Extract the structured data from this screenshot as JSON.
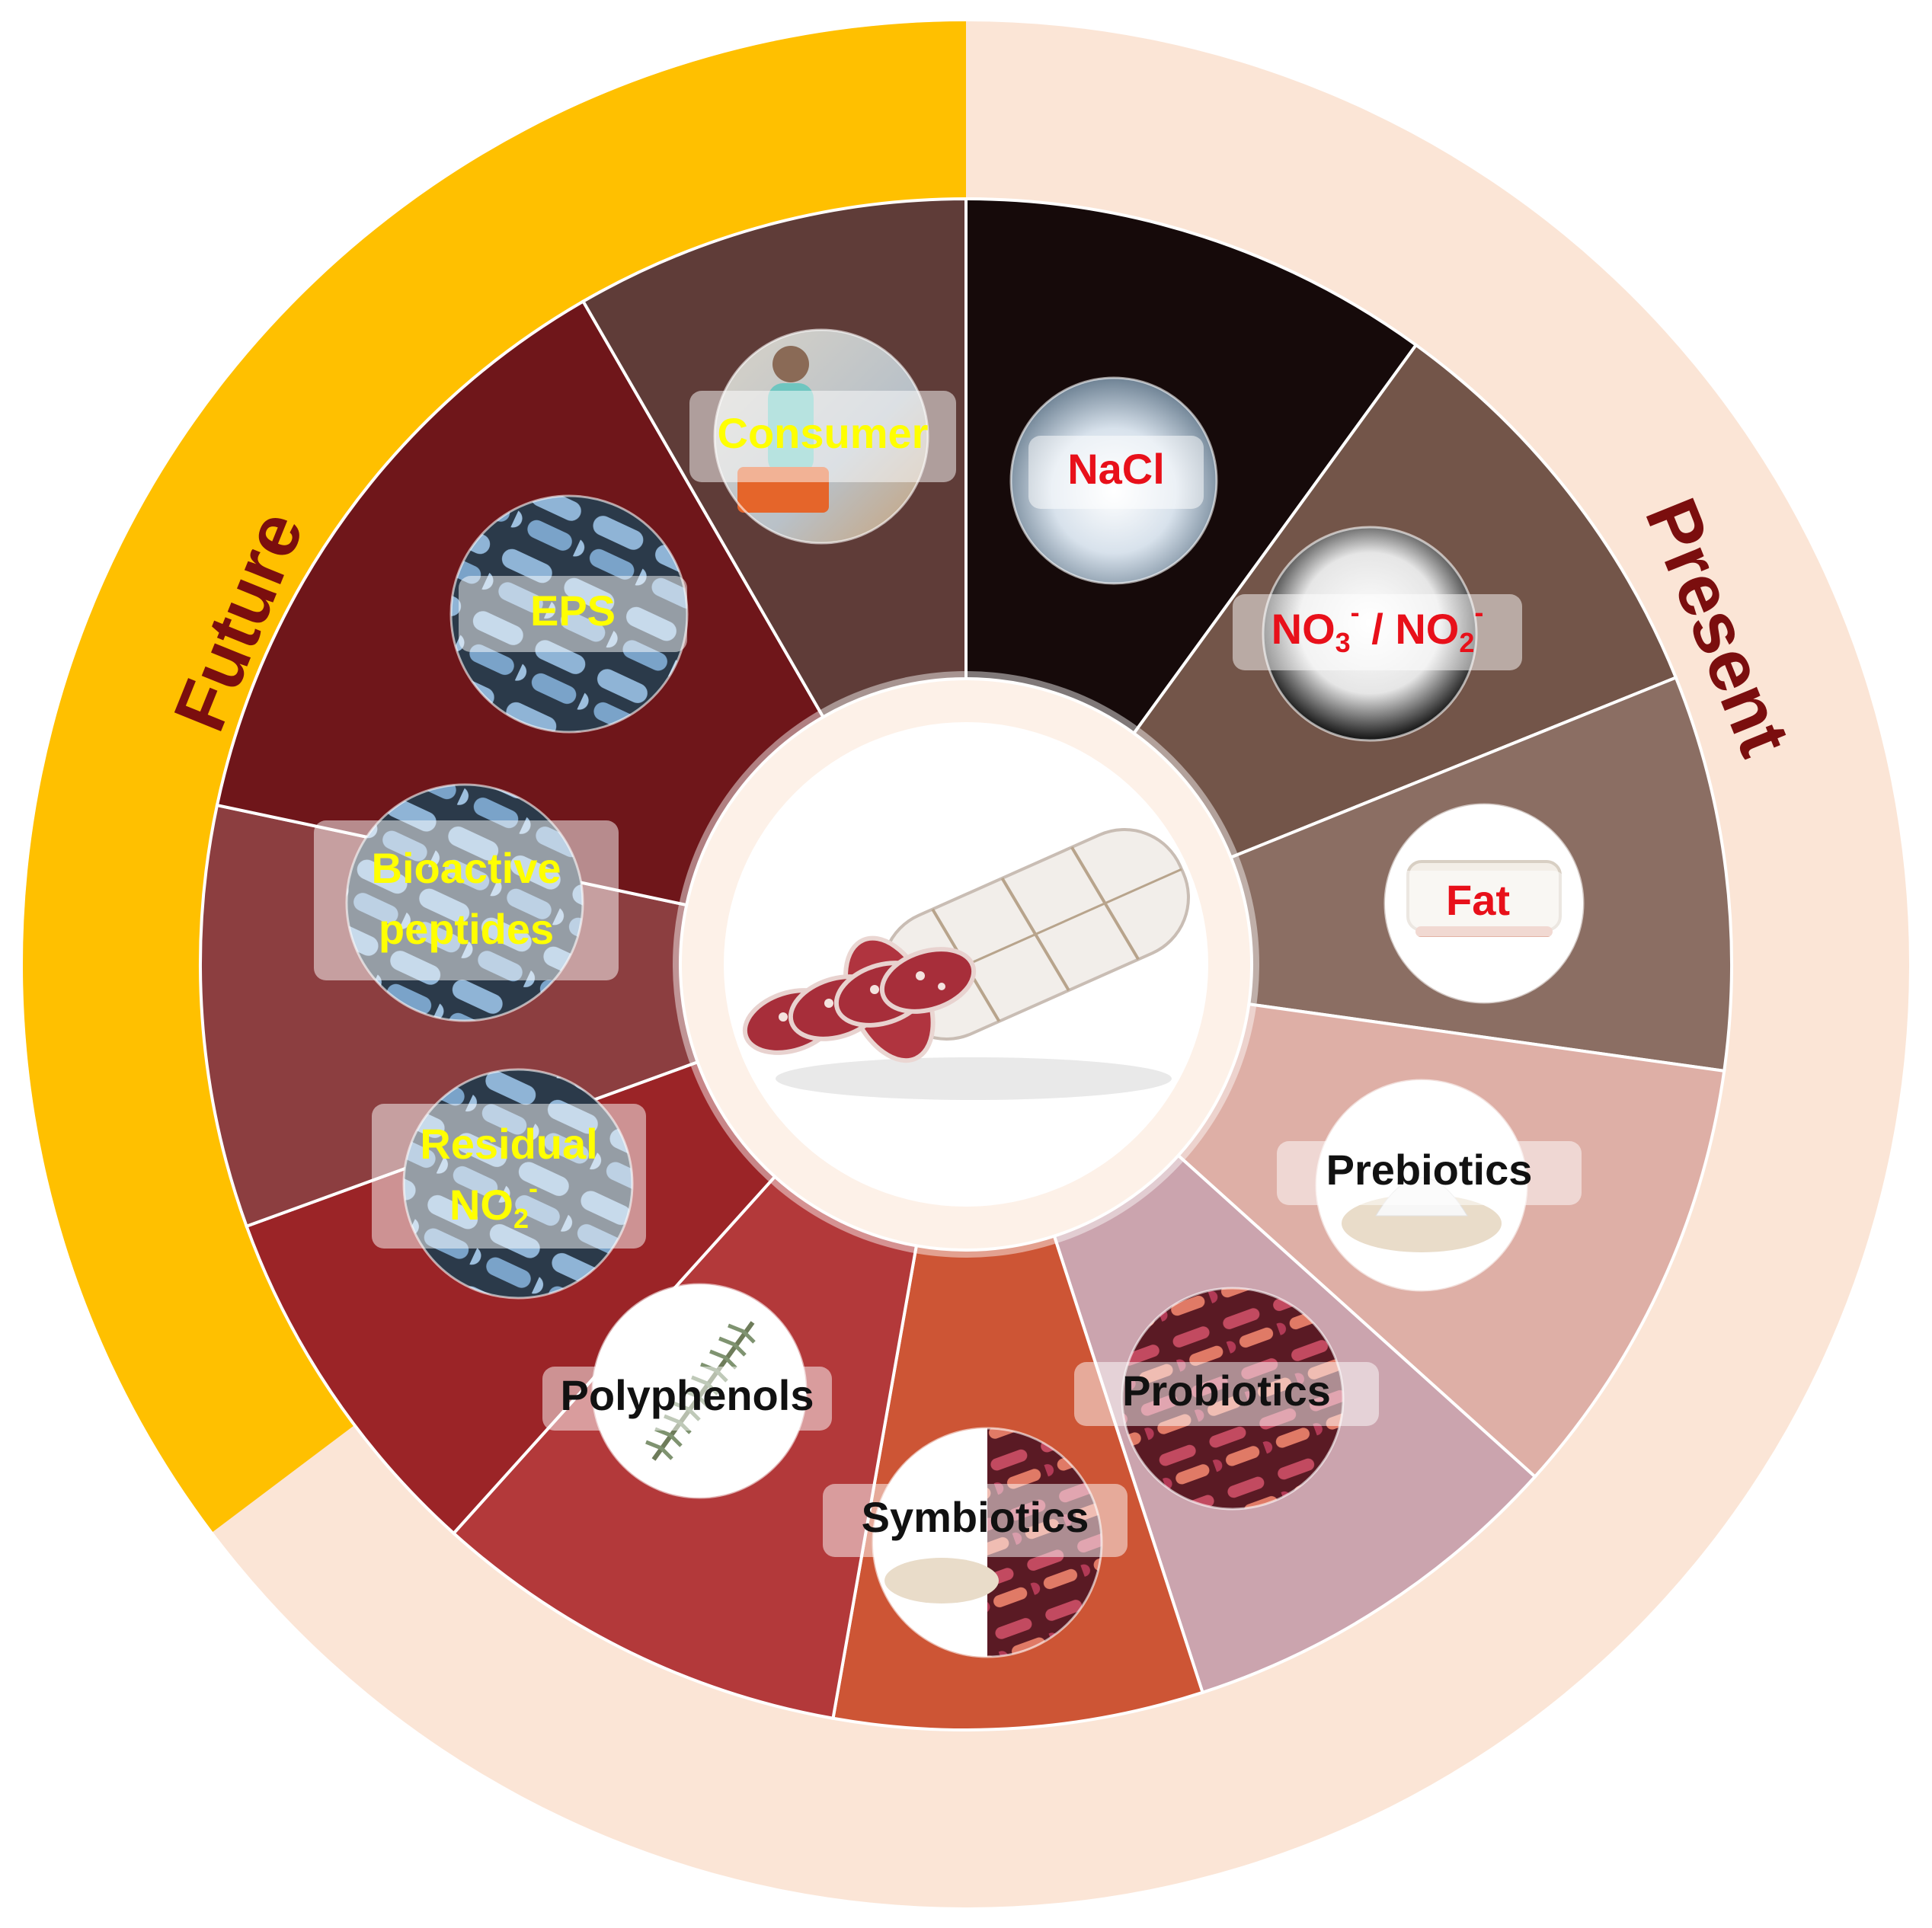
{
  "ring": {
    "future_label": "Future",
    "present_label": "Present",
    "future_color": "#FFC000",
    "present_color": "#FBE5D6",
    "label_color": "#7B0E0E"
  },
  "center": {
    "icon": "salami-sausage-icon"
  },
  "segments": [
    {
      "id": "nacl",
      "text": "NaCl",
      "color": "#160A0A",
      "text_color": "#E8101A",
      "icon": "salt-crystals-icon",
      "group": "present"
    },
    {
      "id": "nitrates",
      "text": "NO3- / NO2-",
      "color": "#735549",
      "text_color": "#E8101A",
      "icon": "white-powder-icon",
      "group": "present"
    },
    {
      "id": "fat",
      "text": "Fat",
      "color": "#8B6E63",
      "text_color": "#E8101A",
      "icon": "pork-fat-icon",
      "group": "present"
    },
    {
      "id": "prebiotics",
      "text": "Prebiotics",
      "color": "#DEAFA6",
      "text_color": "#111111",
      "icon": "powder-bowl-icon",
      "group": "present"
    },
    {
      "id": "probiotics",
      "text": "Probiotics",
      "color": "#CBA4AE",
      "text_color": "#111111",
      "icon": "bacteria-icon",
      "group": "present"
    },
    {
      "id": "symbiotics",
      "text": "Symbiotics",
      "color": "#CD5535",
      "text_color": "#111111",
      "icon": "powder-and-bacteria-icon",
      "group": "present"
    },
    {
      "id": "polyphenols",
      "text": "Polyphenols",
      "color": "#B3393A",
      "text_color": "#111111",
      "icon": "rosemary-sprig-icon",
      "group": "present"
    },
    {
      "id": "residual",
      "text": "Residual NO2-",
      "color": "#9B2427",
      "text_color": "#FFFF00",
      "icon": "bacteria-icon",
      "group": "future"
    },
    {
      "id": "peptides",
      "text": "Bioactive peptides",
      "color": "#8C3E40",
      "text_color": "#FFFF00",
      "icon": "bacteria-icon",
      "group": "future"
    },
    {
      "id": "eps",
      "text": "EPS",
      "color": "#6F161A",
      "text_color": "#FFFF00",
      "icon": "bacteria-icon",
      "group": "future"
    },
    {
      "id": "consumer",
      "text": "Consumer",
      "color": "#5F3C38",
      "text_color": "#FFFF00",
      "icon": "shopper-icon",
      "group": "future"
    }
  ]
}
